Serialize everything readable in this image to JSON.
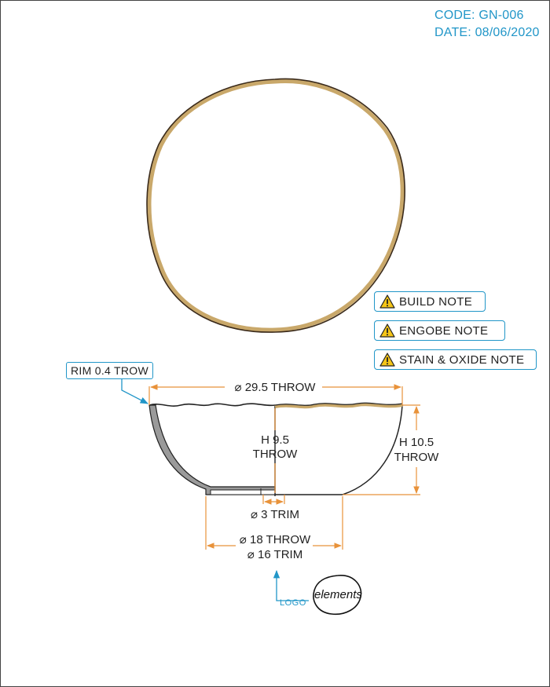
{
  "header": {
    "code": "CODE: GN-006",
    "date": "DATE: 08/06/2020"
  },
  "notes": [
    {
      "label": "BUILD NOTE",
      "icon": "warning-icon"
    },
    {
      "label": "ENGOBE NOTE",
      "icon": "warning-icon"
    },
    {
      "label": "STAIN & OXIDE NOTE",
      "icon": "warning-icon"
    }
  ],
  "dimensions": {
    "rim": "RIM 0.4 TROW",
    "top_diameter": "⌀ 29.5 THROW",
    "inner_height_line1": "H 9.5",
    "inner_height_line2": "THROW",
    "outer_height_line1": "H 10.5",
    "outer_height_line2": "THROW",
    "foot_trim": "⌀ 3 TRIM",
    "base_throw": "⌀ 18 THROW",
    "base_trim": "⌀ 16 TRIM"
  },
  "logo": {
    "label": "LOGO",
    "mark": "elements"
  },
  "colors": {
    "accent": "#2196c8",
    "dimension": "#e8923a",
    "glaze": "#c9a86a",
    "section": "#9a9a9a"
  }
}
